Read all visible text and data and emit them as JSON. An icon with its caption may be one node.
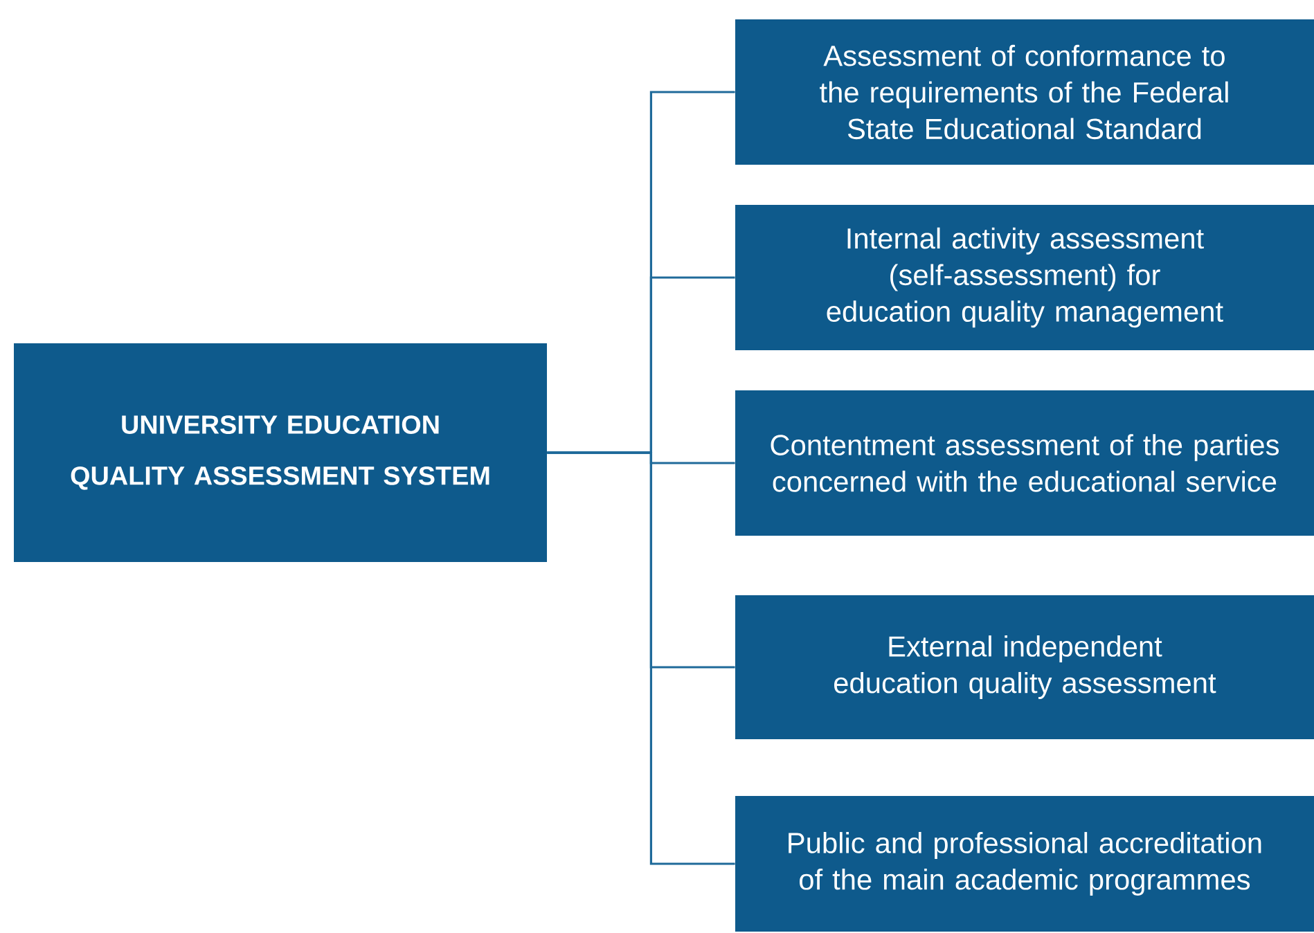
{
  "diagram": {
    "nodes": [
      {
        "text": [
          "UNIVERSITY EDUCATION QUALITY ASSESSMENT SYSTEM"
        ]
      },
      {
        "text": [
          "Assessment of conformance to the requirements of the Federal State Educational Standard"
        ]
      },
      {
        "text": [
          "Internal activity assessment (self-assessment) for education quality management"
        ]
      },
      {
        "text": [
          "Contentment assessment of the parties concerned with the educational service"
        ]
      },
      {
        "text": [
          "External independent education quality assessment"
        ]
      },
      {
        "text": [
          "Public and professional accreditation of the main academic programmes"
        ]
      }
    ],
    "edges": [
      {
        "from": 0,
        "to": 1,
        "arrow": "none"
      },
      {
        "from": 0,
        "to": 2,
        "arrow": "none"
      },
      {
        "from": 0,
        "to": 3,
        "arrow": "none"
      },
      {
        "from": 0,
        "to": 4,
        "arrow": "none"
      },
      {
        "from": 0,
        "to": 5,
        "arrow": "none"
      }
    ]
  }
}
